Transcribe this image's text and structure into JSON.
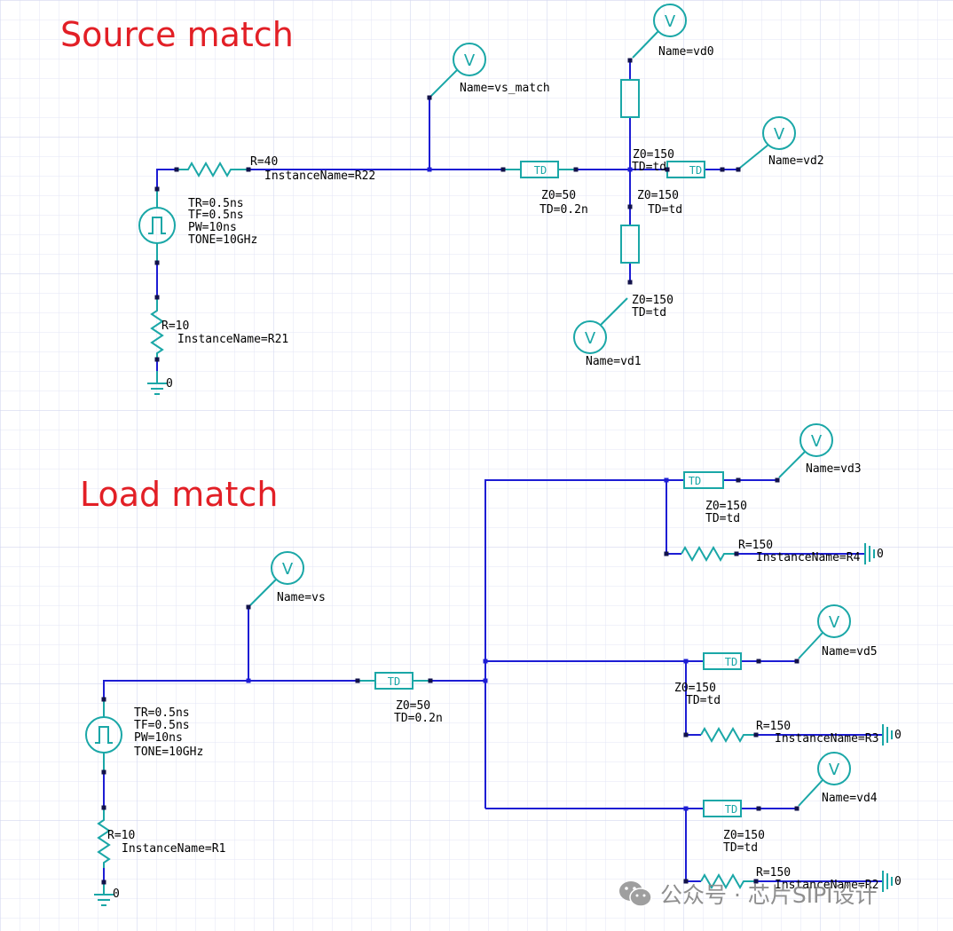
{
  "headings": {
    "source": "Source match",
    "load": "Load match"
  },
  "watermark": {
    "text": "公众号 · 芯片SIPI设计",
    "icon": "wechat-icon"
  },
  "colors": {
    "wire": "#1d1dd4",
    "component": "#1aa7a7",
    "heading": "#e21f26",
    "grid": "#dfe3f4"
  },
  "source_match": {
    "probes": {
      "vs_match": {
        "symbol": "V",
        "name": "Name=vs_match"
      },
      "vd0": {
        "symbol": "V",
        "name": "Name=vd0"
      },
      "vd1": {
        "symbol": "V",
        "name": "Name=vd1"
      },
      "vd2": {
        "symbol": "V",
        "name": "Name=vd2"
      }
    },
    "pulse_source": {
      "tr": "TR=0.5ns",
      "tf": "TF=0.5ns",
      "pw": "PW=10ns",
      "tone": "TONE=10GHz"
    },
    "r22": {
      "value": "R=40",
      "instance": "InstanceName=R22"
    },
    "r21": {
      "value": "R=10",
      "instance": "InstanceName=R21"
    },
    "tline_main": {
      "symbol": "TD",
      "z0": "Z0=50",
      "td": "TD=0.2n"
    },
    "tline_up": {
      "z0": "Z0=150",
      "td": "TD=td"
    },
    "tline_right": {
      "symbol": "TD",
      "z0": "Z0=150",
      "td": "TD=td"
    },
    "tline_down": {
      "z0": "Z0=150",
      "td": "TD=td"
    },
    "ground": {
      "label": "0"
    }
  },
  "load_match": {
    "probes": {
      "vs": {
        "symbol": "V",
        "name": "Name=vs"
      },
      "vd3": {
        "symbol": "V",
        "name": "Name=vd3"
      },
      "vd5": {
        "symbol": "V",
        "name": "Name=vd5"
      },
      "vd4": {
        "symbol": "V",
        "name": "Name=vd4"
      }
    },
    "pulse_source": {
      "tr": "TR=0.5ns",
      "tf": "TF=0.5ns",
      "pw": "PW=10ns",
      "tone": "TONE=10GHz"
    },
    "r1": {
      "value": "R=10",
      "instance": "InstanceName=R1"
    },
    "tline_main": {
      "symbol": "TD",
      "z0": "Z0=50",
      "td": "TD=0.2n"
    },
    "branch1": {
      "tline": {
        "symbol": "TD",
        "z0": "Z0=150",
        "td": "TD=td"
      },
      "resistor": {
        "value": "R=150",
        "instance": "InstanceName=R4"
      },
      "ground": "0"
    },
    "branch2": {
      "tline": {
        "symbol": "TD",
        "z0": "Z0=150",
        "td": "TD=td"
      },
      "resistor": {
        "value": "R=150",
        "instance": "InstanceName=R3"
      },
      "ground": "0"
    },
    "branch3": {
      "tline": {
        "symbol": "TD",
        "z0": "Z0=150",
        "td": "TD=td"
      },
      "resistor": {
        "value": "R=150",
        "instance": "InstanceName=R2"
      },
      "ground": "0"
    },
    "ground": {
      "label": "0"
    }
  }
}
